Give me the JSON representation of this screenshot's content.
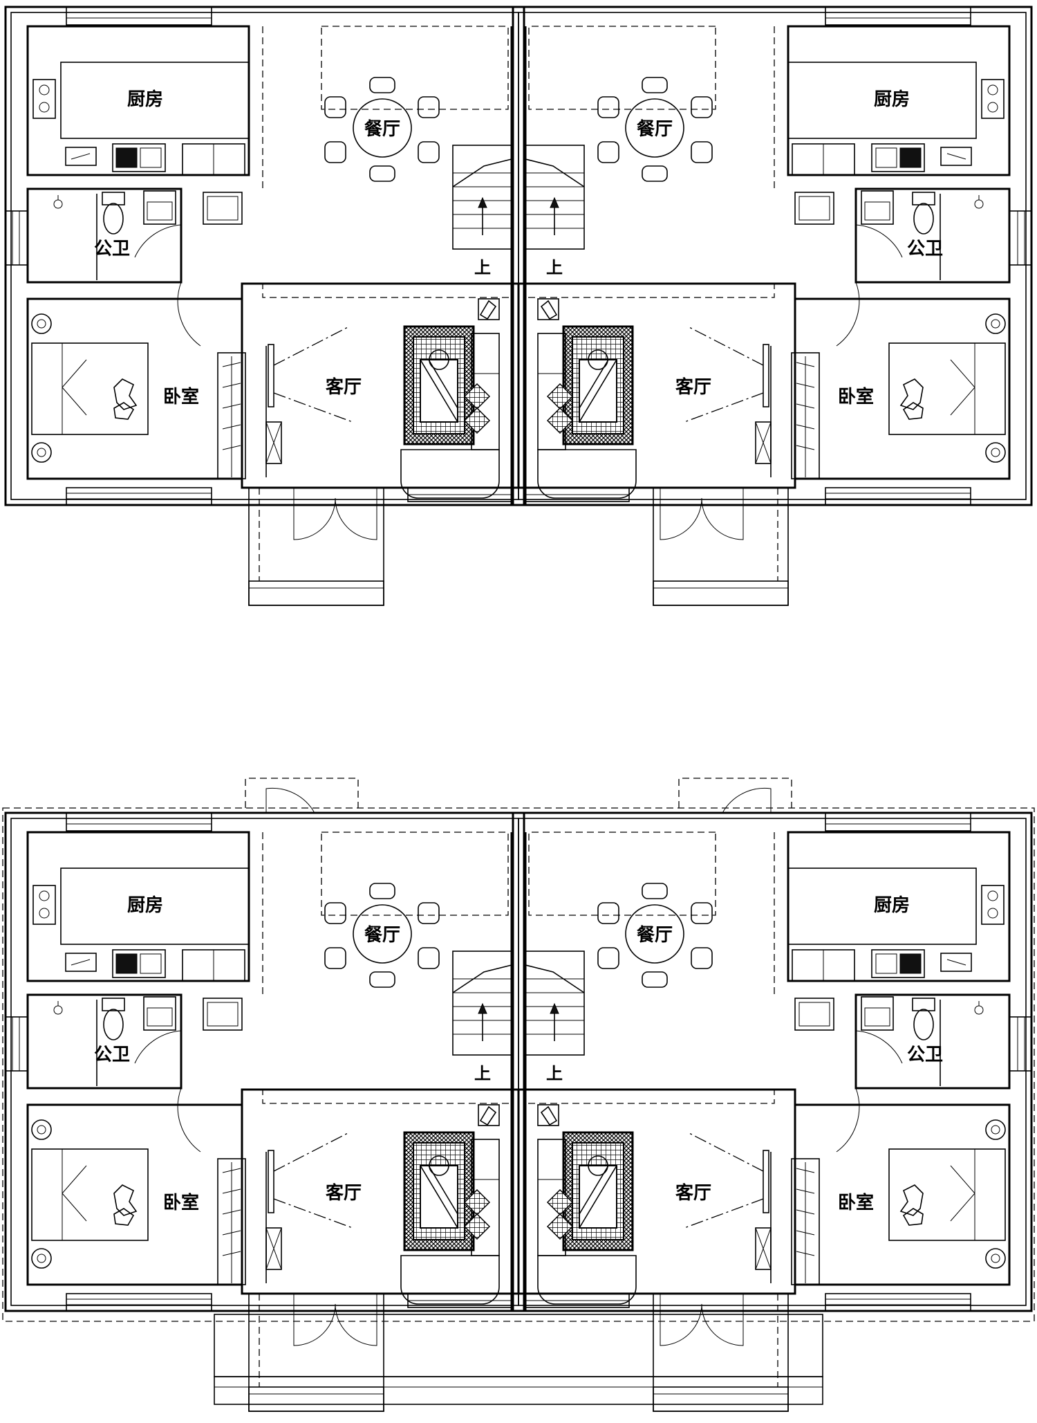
{
  "labels": {
    "kitchen": "厨房",
    "dining": "餐厅",
    "bathroom": "公卫",
    "bedroom": "卧室",
    "living": "客厅",
    "stair_up": "上"
  }
}
